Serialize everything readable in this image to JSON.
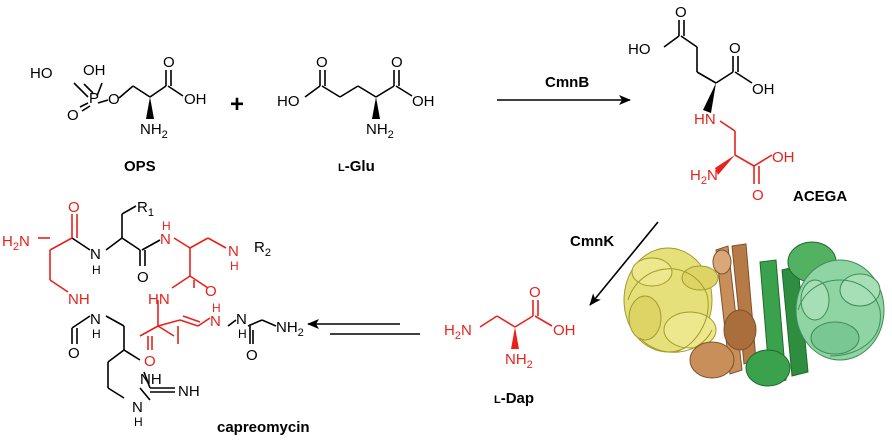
{
  "colors": {
    "black": "#000000",
    "red": "#e8221b",
    "protein_yellow": "#e6e07a",
    "protein_tan": "#c98f5a",
    "protein_green": "#3aa24c",
    "protein_lightgreen": "#8fd4a3"
  },
  "compounds": {
    "ops": {
      "name": "OPS",
      "atoms": {
        "ho1": "HO",
        "oh1": "OH",
        "p": "P",
        "o_eq": "O",
        "o_ester": "O",
        "o_acid": "O",
        "oh_acid": "OH",
        "nh2": "NH",
        "nh2_sub": "2"
      }
    },
    "plus": "+",
    "lglu": {
      "name_prefix": "L",
      "name": "-Glu",
      "atoms": {
        "ho": "HO",
        "o1": "O",
        "o2": "O",
        "oh": "OH",
        "nh2": "NH",
        "nh2_sub": "2"
      }
    },
    "acega": {
      "name": "ACEGA",
      "atoms": {
        "ho_top": "HO",
        "o_top": "O",
        "o_acid": "O",
        "oh_acid": "OH",
        "hn": "HN",
        "h2n": "H",
        "h2n_sub": "2",
        "h2n_n": "N",
        "oh_bottom": "OH",
        "o_bottom": "O"
      }
    },
    "ldap": {
      "name_prefix": "L",
      "name": "-Dap",
      "atoms": {
        "h2n": "H",
        "h2n_sub": "2",
        "h2n_n": "N",
        "o": "O",
        "oh": "OH",
        "nh2": "NH",
        "nh2_sub": "2"
      }
    },
    "capreomycin": {
      "name": "capreomycin",
      "atoms": {
        "h2n": "H",
        "h2n_sub": "2",
        "h2n_n": "N",
        "o1": "O",
        "r1": "R",
        "r1_sub": "1",
        "nh_a": "N",
        "nh_a_h": "H",
        "o2": "O",
        "nh_b": "N",
        "nh_b_h": "H",
        "nh_r2": "N",
        "nh_r2_h": "H",
        "r2": "R",
        "r2_sub": "2",
        "nh_c": "NH",
        "hn_d": "HN",
        "o3": "O",
        "o4": "O",
        "o5": "O",
        "nh_e": "N",
        "nh_e_h": "H",
        "nh_f": "N",
        "nh_f_h": "H",
        "nh_g": "N",
        "nh_g_h": "H",
        "nh2": "NH",
        "nh2_sub": "2",
        "o6": "O",
        "nh_ring1": "NH",
        "nh_ring2": "N",
        "nh_ring2_h": "H",
        "nh_imine": "NH"
      }
    }
  },
  "enzymes": {
    "cmnb": "CmnB",
    "cmnk": "CmnK"
  }
}
